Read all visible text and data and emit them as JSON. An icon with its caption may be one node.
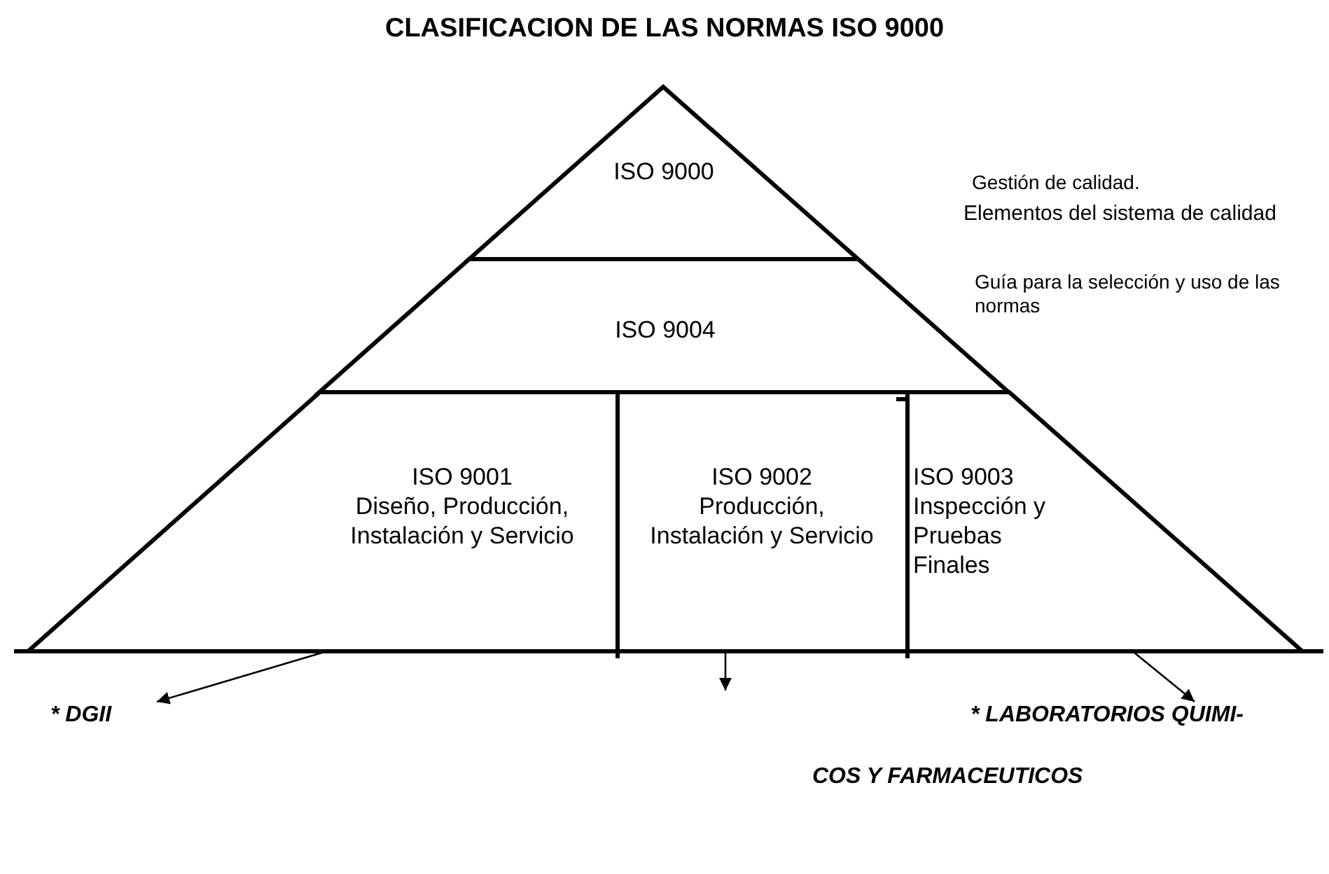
{
  "diagram": {
    "title": "CLASIFICACION DE LAS NORMAS ISO 9000",
    "nodes": [
      {
        "text": [
          "ISO 9000"
        ]
      },
      {
        "text": [
          "ISO 9004"
        ]
      },
      {
        "text": [
          "ISO 9001",
          "Diseño, Producción, Instalación y Servicio"
        ]
      },
      {
        "text": [
          "ISO 9002",
          "Producción, Instalación y Servicio"
        ]
      },
      {
        "text": [
          "ISO 9003",
          "Inspección y Pruebas Finales"
        ]
      },
      {
        "text": [
          "* DGII"
        ]
      },
      {
        "text": [
          "* LABORATORIOS QUIMI-"
        ]
      }
    ],
    "edges": [
      {
        "from": 2,
        "to": 5,
        "arrow": "to"
      },
      {
        "from": 3,
        "to": null,
        "arrow": "to"
      },
      {
        "from": 4,
        "to": 6,
        "arrow": "to"
      }
    ],
    "labels": [
      "Gestión de calidad.",
      "Elementos del sistema de calidad",
      "Guía para la selección y uso de las normas",
      "COS Y FARMACEUTICOS"
    ]
  }
}
